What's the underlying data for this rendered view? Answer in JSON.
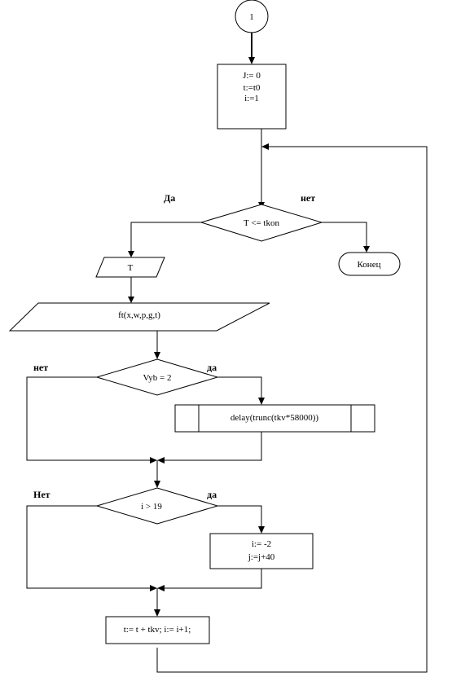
{
  "connector": {
    "label": "1"
  },
  "init": {
    "lines": [
      "J:= 0",
      "t:=t0",
      "i:=1"
    ]
  },
  "decision_time": {
    "condition": "T <= tkon",
    "yes_label": "Да",
    "no_label": "нет"
  },
  "end": {
    "label": "Конец"
  },
  "output_T": {
    "label": "T"
  },
  "output_ft": {
    "label": "ft(x,w,p,g,t)"
  },
  "decision_vyb": {
    "condition": "Vyb = 2",
    "no_label": "нет",
    "yes_label": "да"
  },
  "delay": {
    "label": "delay(trunc(tkv*58000))"
  },
  "decision_i": {
    "condition": "i > 19",
    "no_label": "Нет",
    "yes_label": "да"
  },
  "reset": {
    "lines": [
      "i:= -2",
      "j:=j+40"
    ]
  },
  "increment": {
    "label": "t:= t + tkv; i:= i+1;"
  }
}
